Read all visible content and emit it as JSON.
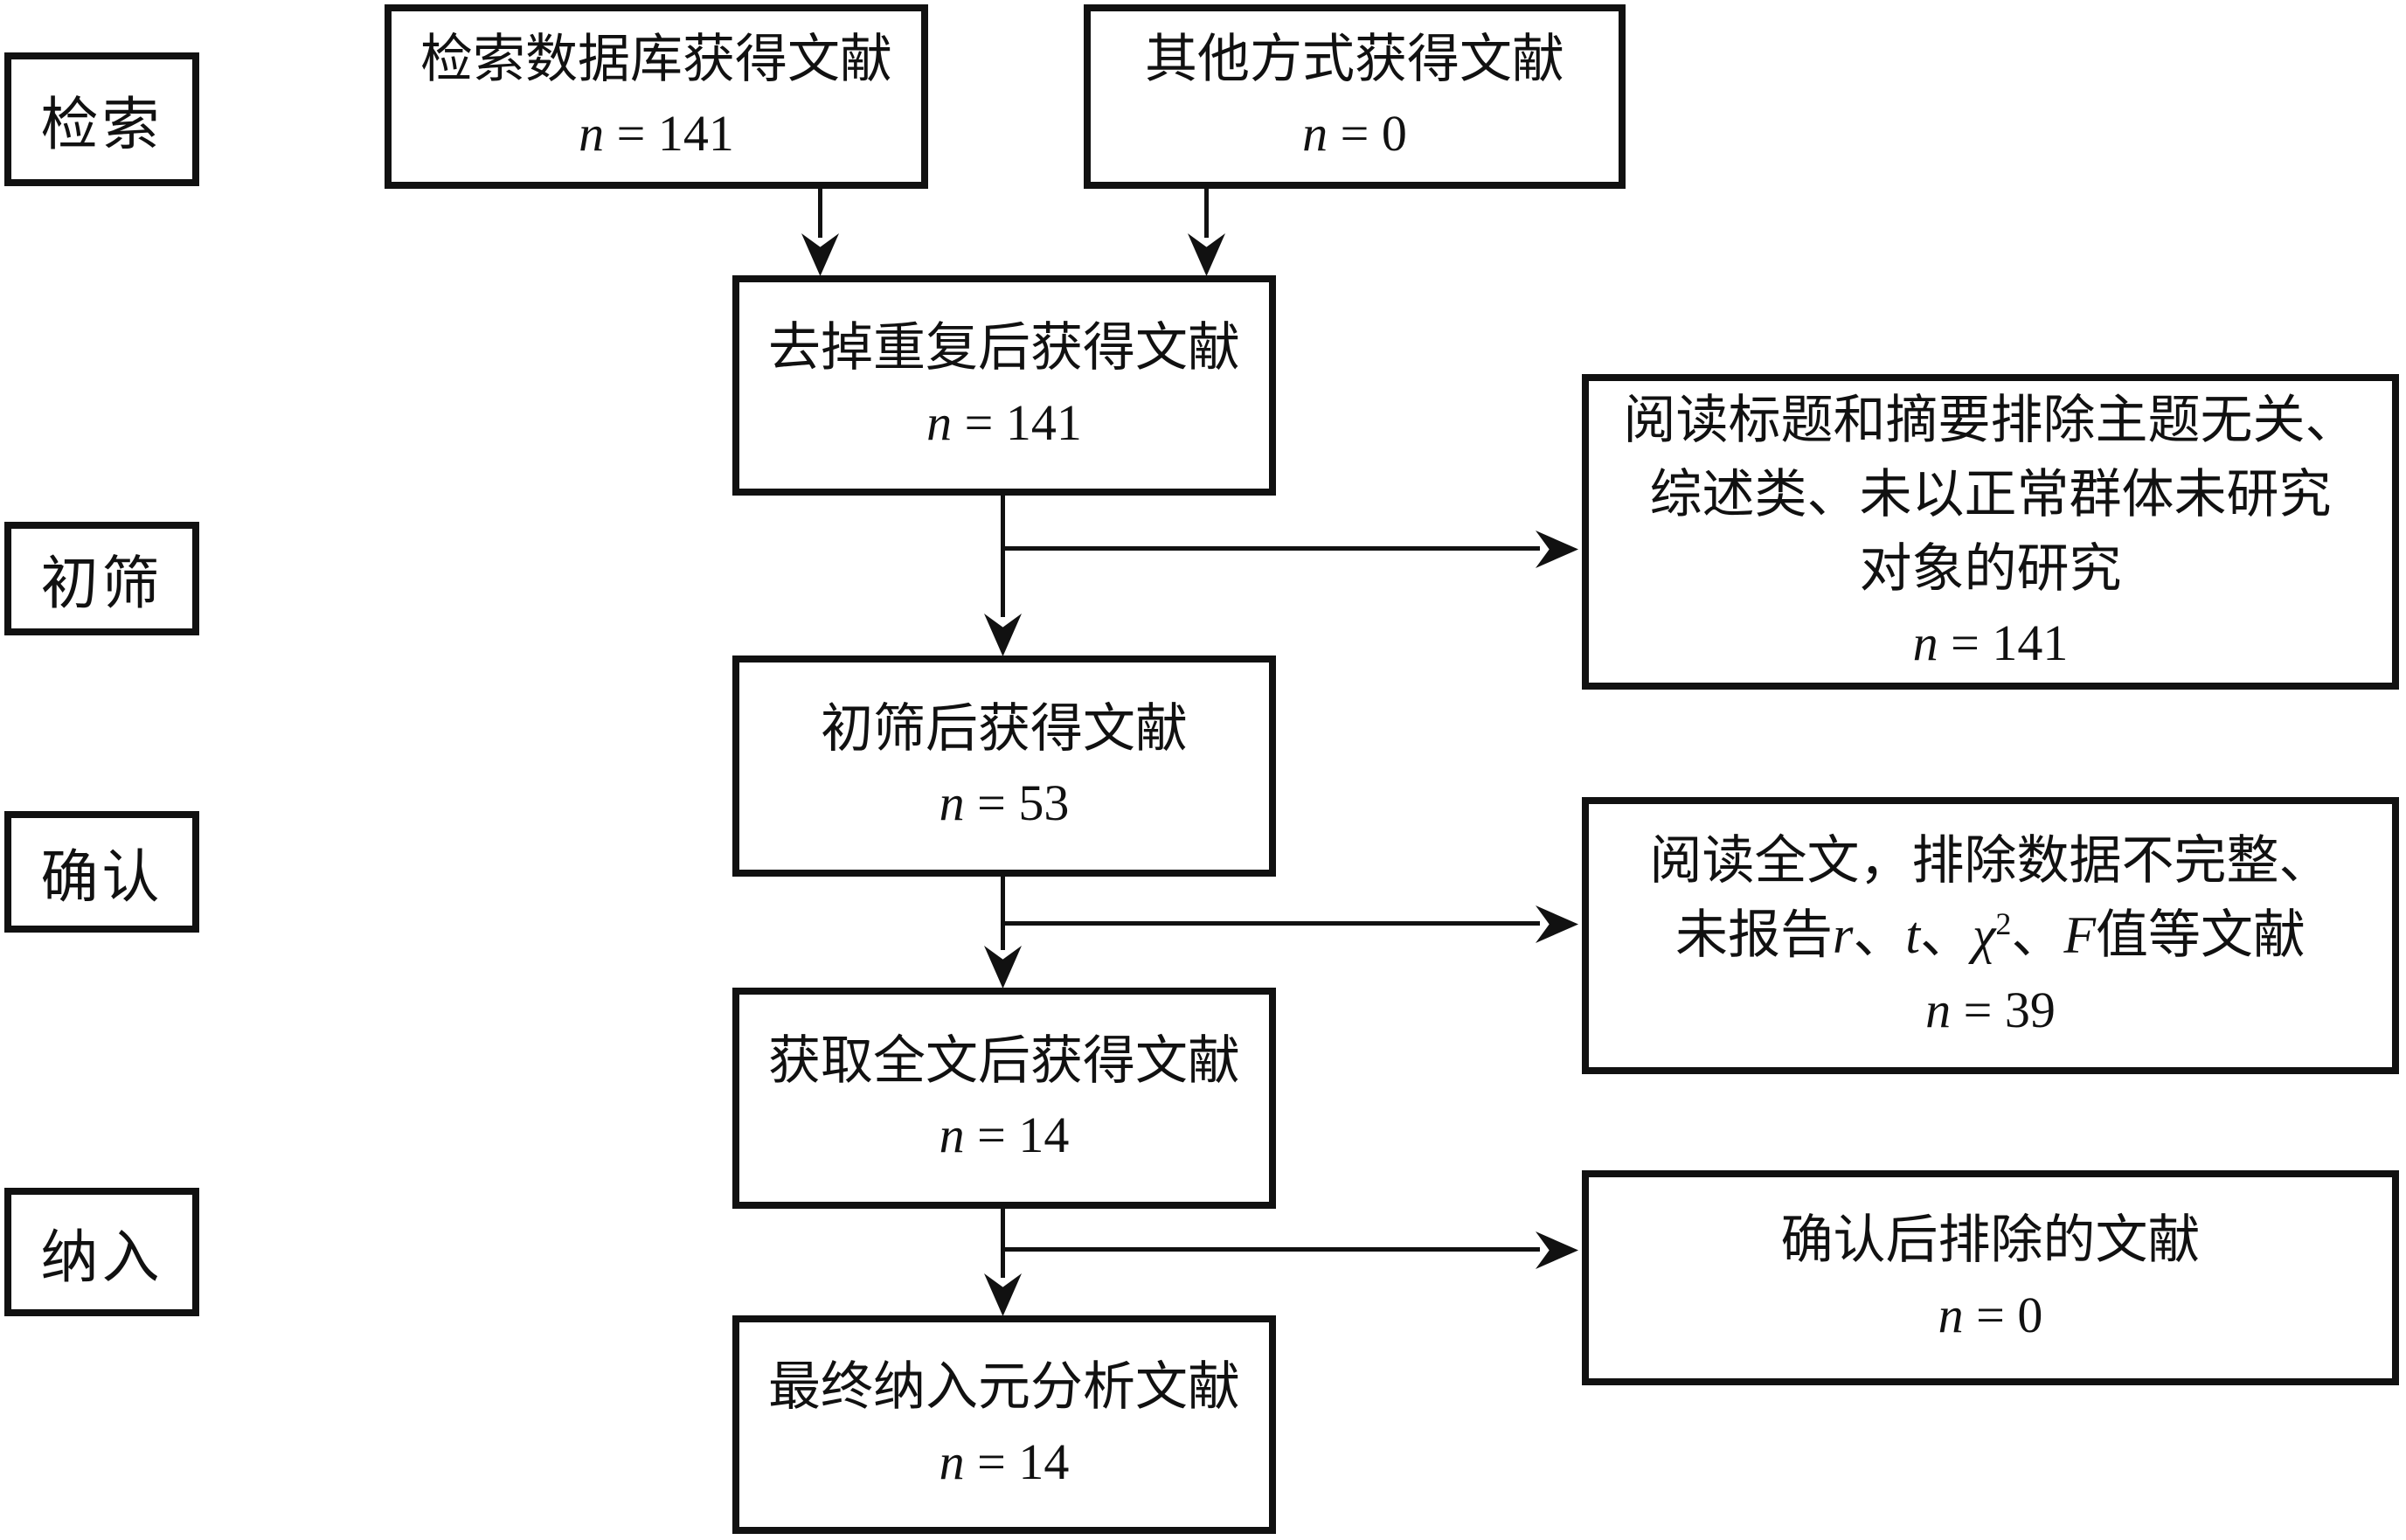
{
  "canvas": {
    "background": "#ffffff",
    "ink_color": "#111111",
    "type": "prisma-flow-diagram"
  },
  "stages": [
    {
      "label": "检索"
    },
    {
      "label": "初筛"
    },
    {
      "label": "确认"
    },
    {
      "label": "纳入"
    }
  ],
  "nodes": {
    "db": {
      "title": "检索数据库获得文献",
      "count": [
        {
          "t": "n",
          "i": true
        },
        {
          "t": " = 141"
        }
      ]
    },
    "other": {
      "title": "其他方式获得文献",
      "count": [
        {
          "t": "n",
          "i": true
        },
        {
          "t": " = 0"
        }
      ]
    },
    "dedup": {
      "title": "去掉重复后获得文献",
      "count": [
        {
          "t": "n",
          "i": true
        },
        {
          "t": " = 141"
        }
      ]
    },
    "screened": {
      "title": "初筛后获得文献",
      "count": [
        {
          "t": "n",
          "i": true
        },
        {
          "t": " = 53"
        }
      ]
    },
    "fulltext": {
      "title": "获取全文后获得文献",
      "count": [
        {
          "t": "n",
          "i": true
        },
        {
          "t": " = 14"
        }
      ]
    },
    "final": {
      "title": "最终纳入元分析文献",
      "count": [
        {
          "t": "n",
          "i": true
        },
        {
          "t": " = 14"
        }
      ]
    },
    "excl1": {
      "lines": [
        "阅读标题和摘要排除主题无关、",
        "综述类、未以正常群体未研究",
        "对象的研究"
      ],
      "count": [
        {
          "t": "n",
          "i": true
        },
        {
          "t": " = 141"
        }
      ]
    },
    "excl2": {
      "line1": "阅读全文，排除数据不完整、",
      "line2": [
        {
          "t": "未报告"
        },
        {
          "t": "r",
          "i": true
        },
        {
          "t": "、"
        },
        {
          "t": "t",
          "i": true
        },
        {
          "t": "、"
        },
        {
          "t": "χ",
          "i": true
        },
        {
          "t": "2",
          "sup": true
        },
        {
          "t": "、"
        },
        {
          "t": "F",
          "i": true
        },
        {
          "t": "值等文献"
        }
      ],
      "count": [
        {
          "t": "n",
          "i": true
        },
        {
          "t": " = 39"
        }
      ]
    },
    "excl3": {
      "line1": "确认后排除的文献",
      "count": [
        {
          "t": "n",
          "i": true
        },
        {
          "t": " = 0"
        }
      ]
    }
  }
}
